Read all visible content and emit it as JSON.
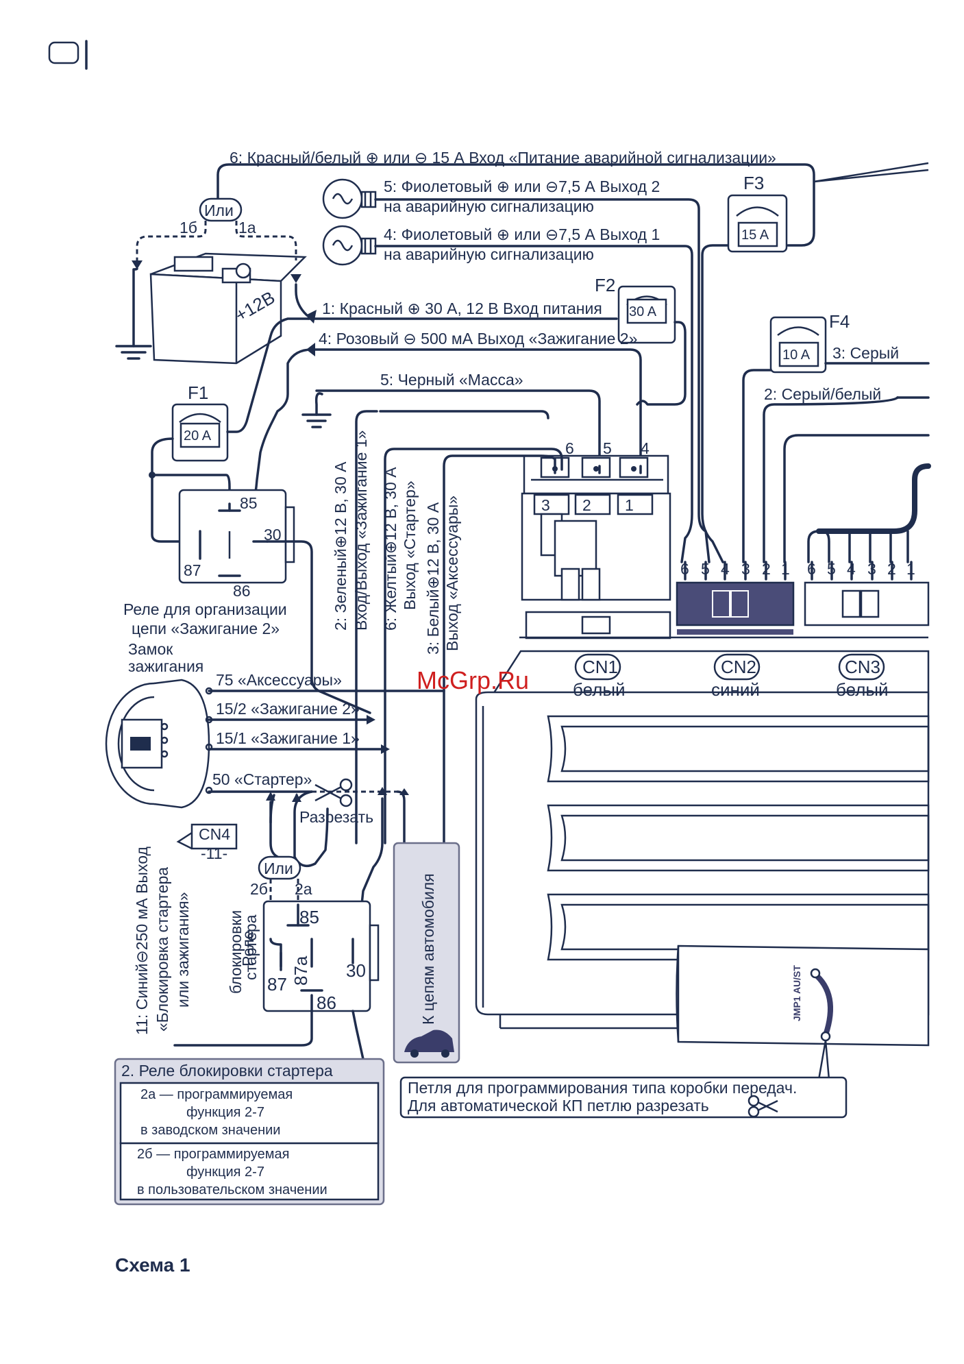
{
  "page": {
    "title": "Схема 1",
    "watermark": "McGrp.Ru"
  },
  "wires": {
    "w6": "6: Красный/белый ⊕ или ⊖ 15 А Вход «Питание аварийной сигнализации»",
    "w5v_a": "5: Фиолетовый ⊕ или ⊖7,5 А Выход 2",
    "w5v_b": "на аварийную сигнализацию",
    "w4v_a": "4: Фиолетовый ⊕ или ⊖7,5 А Выход 1",
    "w4v_b": "на аварийную сигнализацию",
    "w1": "1: Красный ⊕ 30 А, 12 В Вход питания",
    "w4p": "4:  Розовый ⊖ 500 мА Выход «Зажигание 2»",
    "w5b": "5: Черный «Масса»",
    "w3g": "3: Серый",
    "w2gw": "2: Серый/белый",
    "w2green_a": "2: Зеленый⊕12 В, 30 А",
    "w2green_b": "Вход/Выход «Зажигание 1»",
    "w6y_a": "6: Желтый⊕12 В, 30 А",
    "w6y_b": "Выход «Стартер»",
    "w3w_a": "3: Белый⊕12 В, 30 А",
    "w3w_b": "Выход «Аксессуары»",
    "w11_a": "11: Синий⊖250 мА Выход",
    "w11_b": "«Блокировка стартера",
    "w11_c": "или зажигания»"
  },
  "battery": {
    "label": "+12В",
    "or": "Или",
    "opt_1b": "1б",
    "opt_1a": "1а"
  },
  "fuses": {
    "f1": {
      "name": "F1",
      "rating": "20 A"
    },
    "f2": {
      "name": "F2",
      "rating": "30 A"
    },
    "f3": {
      "name": "F3",
      "rating": "15 A"
    },
    "f4": {
      "name": "F4",
      "rating": "10 A"
    }
  },
  "relay_ign2": {
    "p85": "85",
    "p87": "87",
    "p86": "86",
    "p30": "30",
    "caption_a": "Реле для организации",
    "caption_b": "цепи «Зажигание 2»"
  },
  "ignition_lock": {
    "title_a": "Замок",
    "title_b": "зажигания",
    "t75": "75 «Аксессуары»",
    "t152": "15/2 «Зажигание 2»",
    "t151": "15/1 «Зажигание 1»",
    "t50": "50 «Стартер»",
    "cut": "Разрезать"
  },
  "main_connector": {
    "p6": "6",
    "p5": "5",
    "p4": "4",
    "p3": "3",
    "p2": "2",
    "p1": "1"
  },
  "cn4": {
    "a": "CN4",
    "b": "-11-"
  },
  "relay_block": {
    "or": "Или",
    "opt_2b": "2б",
    "opt_2a": "2а",
    "p85": "85",
    "p87": "87",
    "p87a": "87а",
    "p30": "30",
    "p86": "86",
    "caption_a": "Реле",
    "caption_b": "блокировки",
    "caption_c": "стартера"
  },
  "car_circuits": "К цепям автомобиля",
  "connectors": {
    "cn1": {
      "name": "CN1",
      "color": "белый"
    },
    "cn2": {
      "name": "CN2",
      "color": "синий"
    },
    "cn3": {
      "name": "CN3",
      "color": "белый"
    },
    "cn2_pins": [
      "6",
      "5",
      "4",
      "3",
      "2",
      "1"
    ],
    "cn3_pins": [
      "6",
      "5",
      "4",
      "3",
      "2",
      "1"
    ]
  },
  "jumper": {
    "label": "JMP1 AU/ST",
    "note_a": "Петля для программирования типа коробки передач.",
    "note_b": "Для автоматической КП петлю разрезать"
  },
  "legend": {
    "title": "2. Реле блокировки стартера",
    "a1": "2а — программируемая",
    "a2": "функция 2-7",
    "a3": "в заводском значении",
    "b1": "2б — программируемая",
    "b2": "функция 2-7",
    "b3": "в пользовательском значении"
  },
  "colors": {
    "ink": "#1f2d4d",
    "cn2_fill": "#4a4c78",
    "panel": "#dcdde8"
  }
}
